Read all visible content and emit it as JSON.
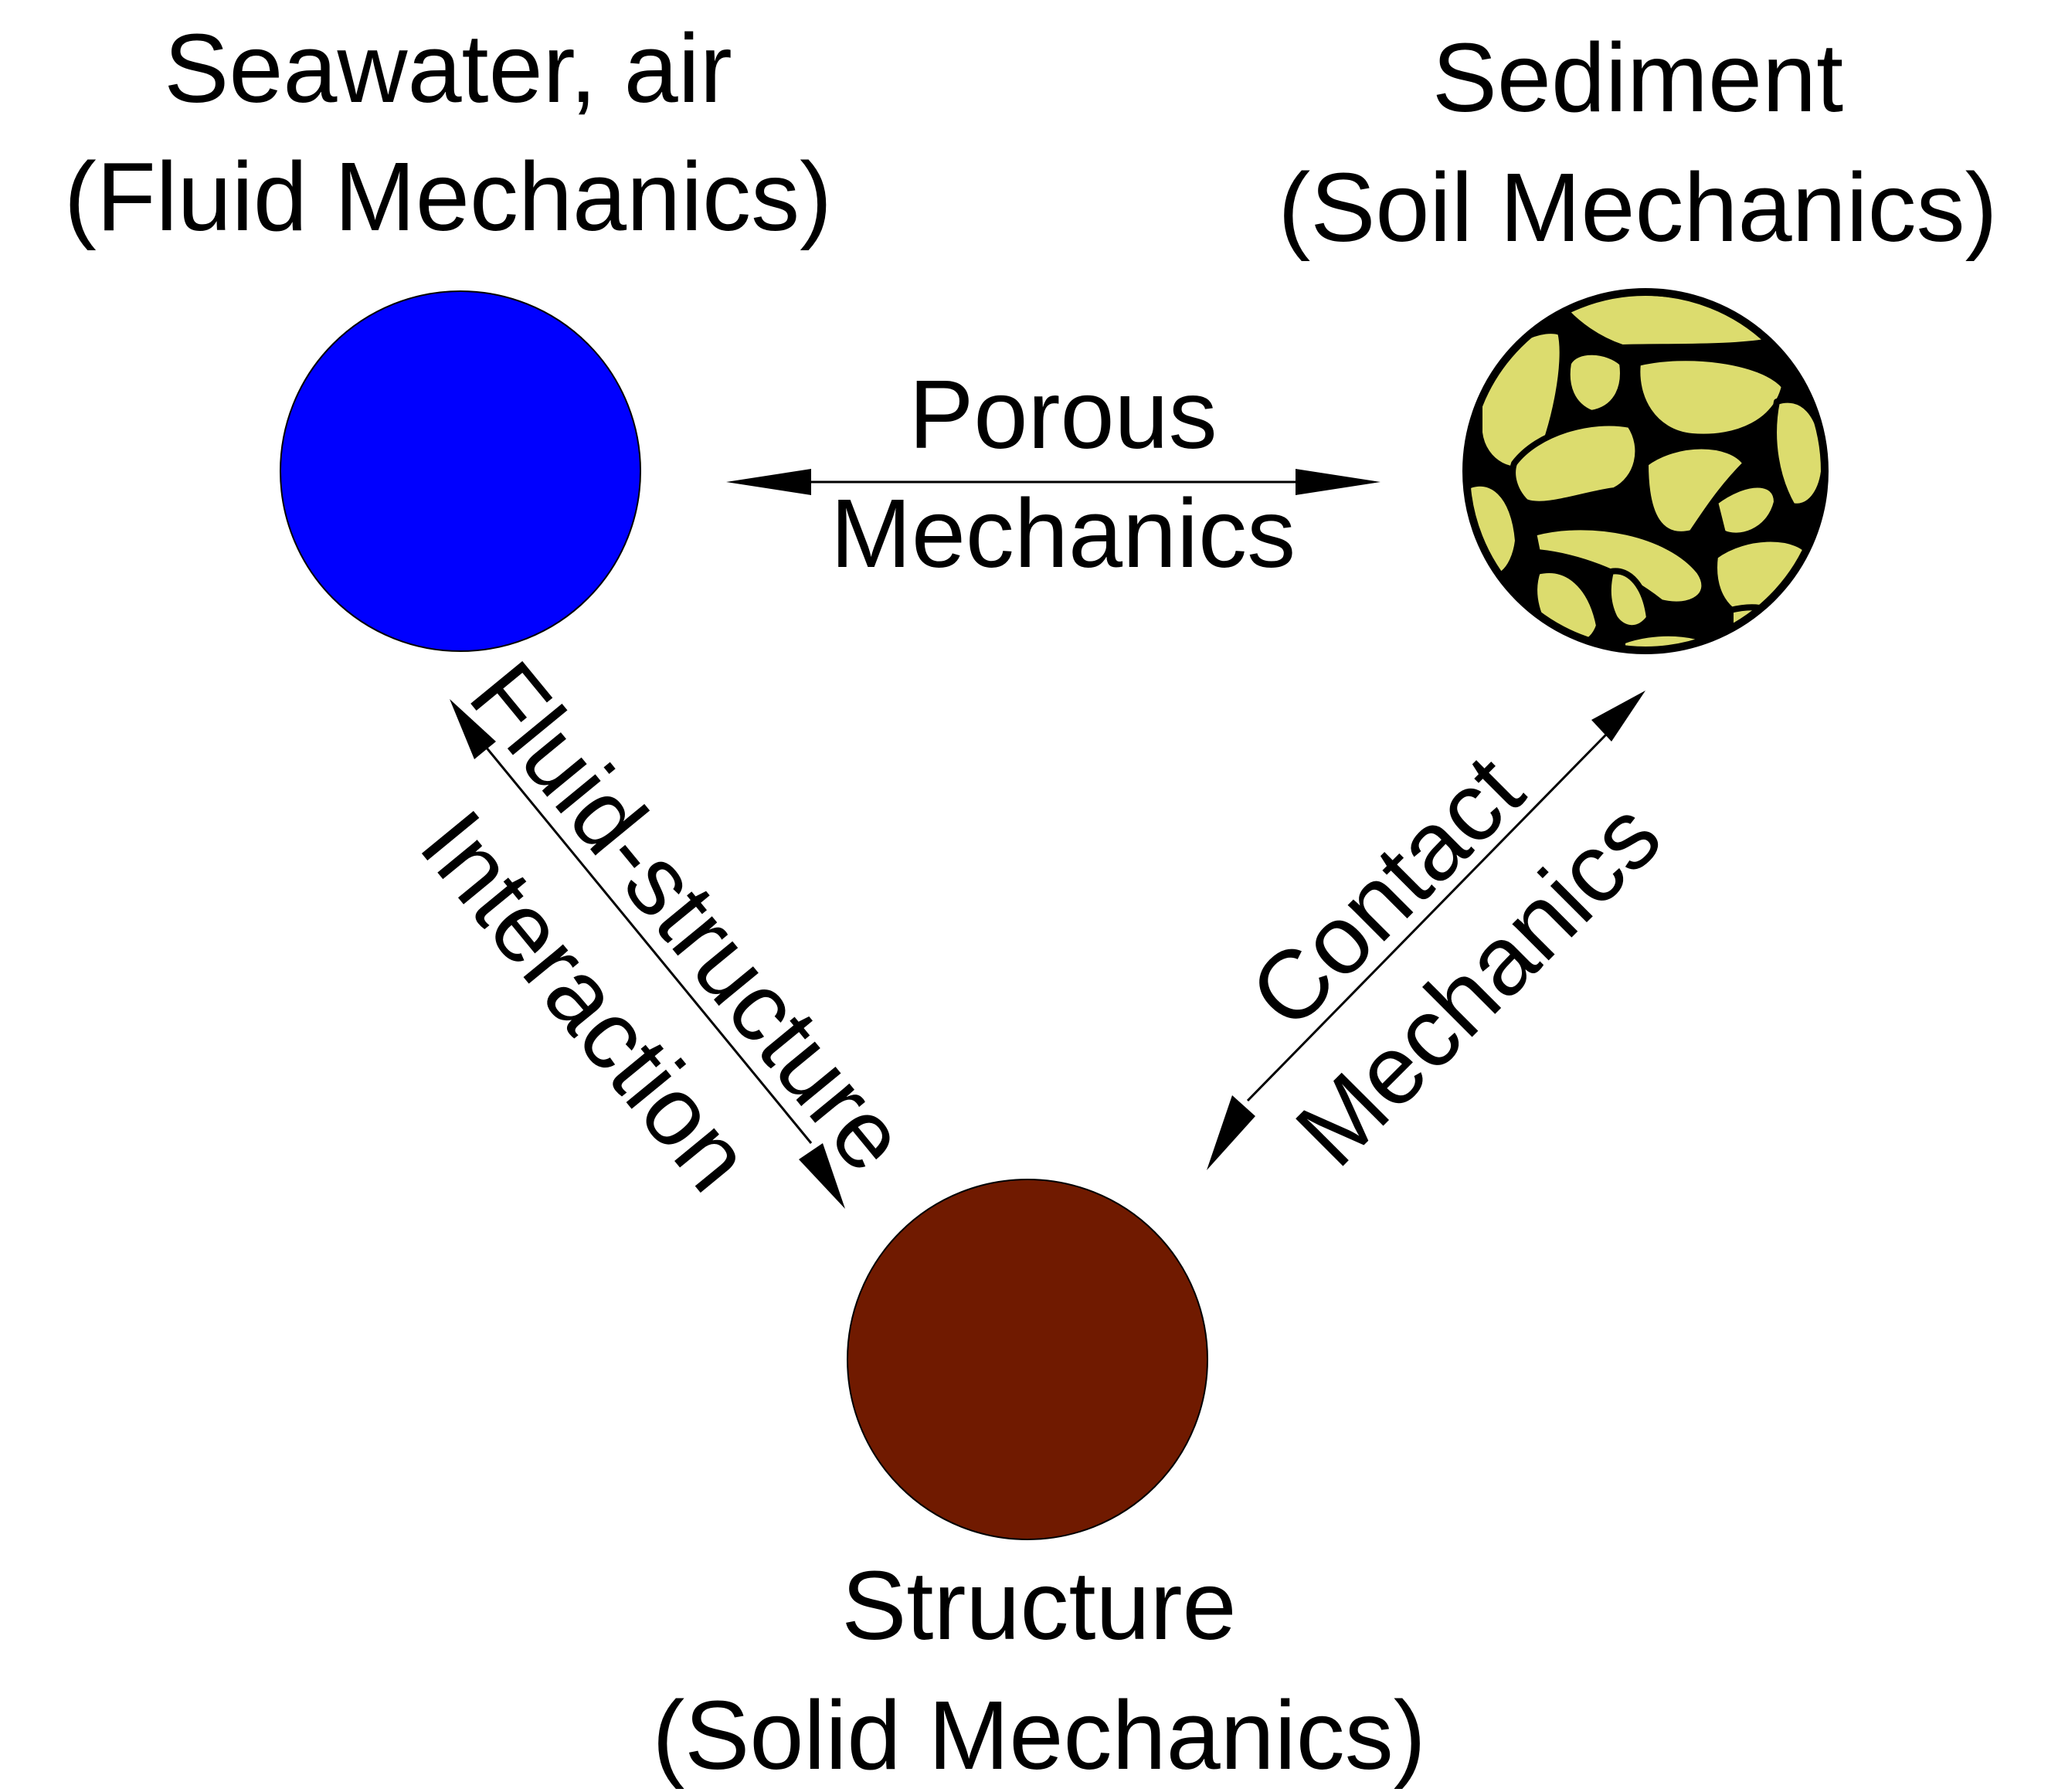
{
  "nodes": {
    "fluid": {
      "title": "Seawater, air",
      "subtitle": "(Fluid Mechanics)",
      "color": "#0000ff"
    },
    "sediment": {
      "title": "Sediment",
      "subtitle": "(Soil Mechanics)",
      "grain_color": "#dcdc6e",
      "outline_color": "#000000"
    },
    "structure": {
      "title": "Structure",
      "subtitle": "(Solid Mechanics)",
      "color": "#701a00"
    }
  },
  "links": {
    "porous": {
      "line1": "Porous",
      "line2": "Mechanics"
    },
    "fsi": {
      "line1": "Fluid-structure",
      "line2": "Interaction"
    },
    "contact": {
      "line1": "Contact",
      "line2": "Mechanics"
    }
  }
}
